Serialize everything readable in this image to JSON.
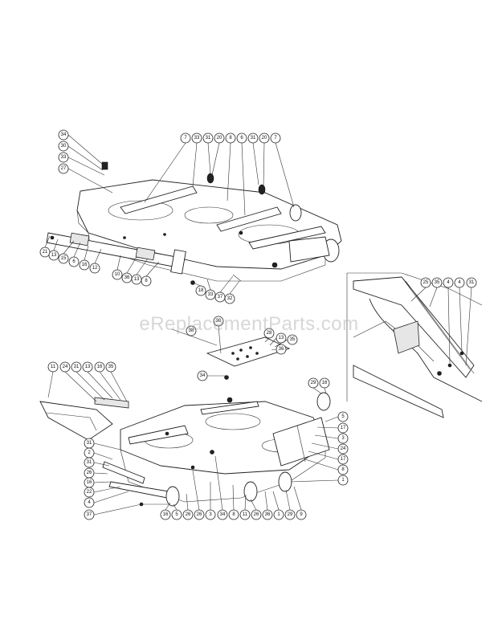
{
  "watermark": "eReplacementParts.com",
  "colors": {
    "line": "#222222",
    "background": "#ffffff",
    "watermark": "#9a9a9a"
  },
  "callouts": {
    "upper": [
      "34",
      "30",
      "33",
      "27",
      "7",
      "33",
      "31",
      "20",
      "8",
      "6",
      "31",
      "20",
      "7",
      "21",
      "13",
      "15",
      "6",
      "16",
      "12",
      "10",
      "36",
      "13",
      "8",
      "18",
      "33",
      "37",
      "32"
    ],
    "lower": [
      "11",
      "24",
      "31",
      "13",
      "16",
      "35",
      "30",
      "34",
      "28",
      "13",
      "36",
      "35",
      "38",
      "29",
      "16",
      "5",
      "17",
      "3",
      "24",
      "17",
      "8",
      "1",
      "31",
      "2",
      "31",
      "26",
      "16",
      "22",
      "4",
      "37",
      "16",
      "5",
      "26",
      "26",
      "3",
      "34",
      "8",
      "11",
      "26",
      "36",
      "1",
      "29",
      "9"
    ],
    "inset": [
      "25",
      "35",
      "4",
      "4",
      "31"
    ]
  }
}
